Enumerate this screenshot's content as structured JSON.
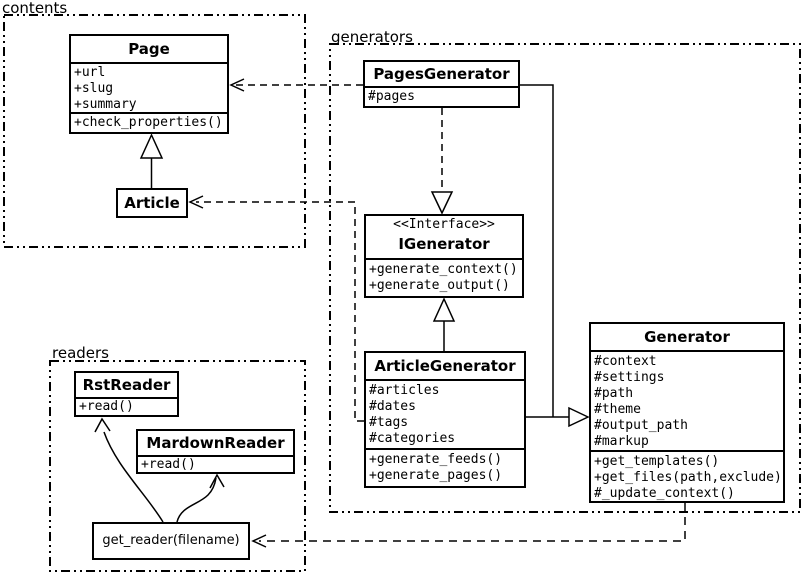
{
  "packages": {
    "contents": {
      "label": "contents"
    },
    "generators": {
      "label": "generators"
    },
    "readers": {
      "label": "readers"
    }
  },
  "classes": {
    "page": {
      "name": "Page",
      "attributes": [
        "+url",
        "+slug",
        "+summary"
      ],
      "methods": [
        "+check_properties()"
      ]
    },
    "article": {
      "name": "Article"
    },
    "pages_generator": {
      "name": "PagesGenerator",
      "attributes": [
        "#pages"
      ]
    },
    "igenerator": {
      "stereotype": "<<Interface>>",
      "name": "IGenerator",
      "methods": [
        "+generate_context()",
        "+generate_output()"
      ]
    },
    "article_generator": {
      "name": "ArticleGenerator",
      "attributes": [
        "#articles",
        "#dates",
        "#tags",
        "#categories"
      ],
      "methods": [
        "+generate_feeds()",
        "+generate_pages()"
      ]
    },
    "generator": {
      "name": "Generator",
      "attributes": [
        "#context",
        "#settings",
        "#path",
        "#theme",
        "#output_path",
        "#markup"
      ],
      "methods": [
        "+get_templates()",
        "+get_files(path,exclude)",
        "#_update_context()"
      ]
    },
    "rst_reader": {
      "name": "RstReader",
      "methods": [
        "+read()"
      ]
    },
    "mardown_reader": {
      "name": "MardownReader",
      "methods": [
        "+read()"
      ]
    },
    "get_reader": {
      "label": "get_reader(filename)"
    }
  },
  "relationships": [
    {
      "from": "Article",
      "to": "Page",
      "type": "inheritance"
    },
    {
      "from": "PagesGenerator",
      "to": "Page",
      "type": "dependency"
    },
    {
      "from": "PagesGenerator",
      "to": "IGenerator",
      "type": "realization"
    },
    {
      "from": "ArticleGenerator",
      "to": "IGenerator",
      "type": "inheritance"
    },
    {
      "from": "PagesGenerator",
      "to": "Generator",
      "type": "inheritance"
    },
    {
      "from": "ArticleGenerator",
      "to": "Generator",
      "type": "inheritance"
    },
    {
      "from": "ArticleGenerator",
      "to": "Article",
      "type": "dependency"
    },
    {
      "from": "Generator",
      "to": "get_reader(filename)",
      "type": "dependency"
    },
    {
      "from": "get_reader(filename)",
      "to": "RstReader",
      "type": "arrow"
    },
    {
      "from": "get_reader(filename)",
      "to": "MardownReader",
      "type": "arrow"
    }
  ],
  "colors": {
    "line": "#000000",
    "background": "#ffffff"
  }
}
